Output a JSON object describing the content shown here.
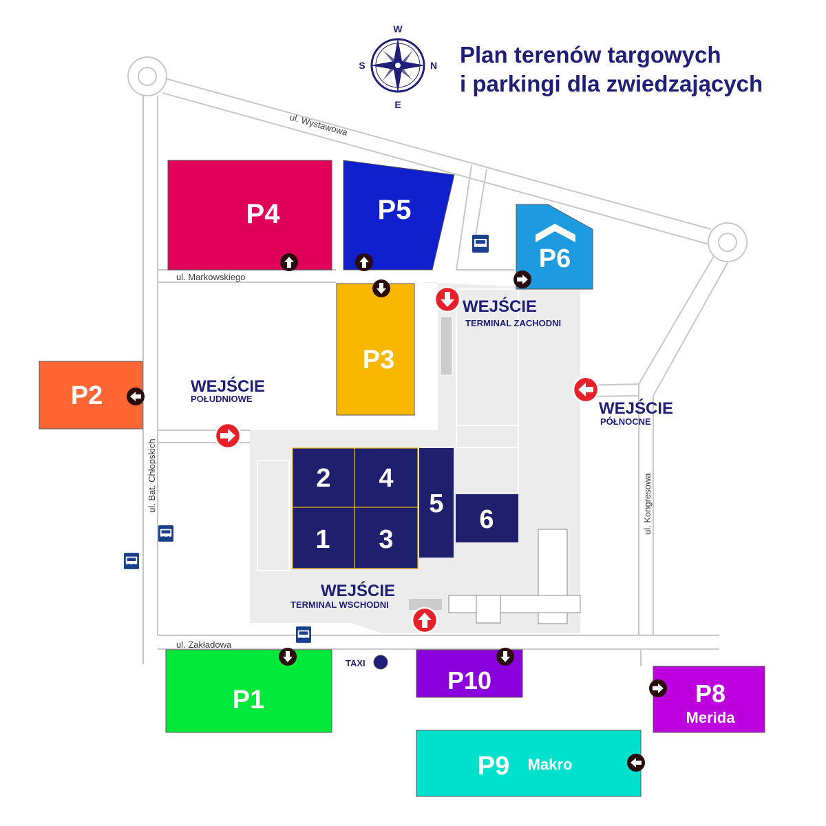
{
  "title": {
    "line1": "Plan terenów targowych",
    "line2": "i parkingi dla zwiedzających"
  },
  "compass": {
    "icon": "compass-rose-icon",
    "north": "W",
    "south": "E",
    "west": "S",
    "east": "N"
  },
  "streets": {
    "wystawowa": "ul. Wystawowa",
    "markowskiego": "ul. Markowskiego",
    "chlopskich": "ul. Bat. Chłopskich",
    "zakladowa": "ul. Zakładowa",
    "kongresowa": "ul. Kongresowa"
  },
  "parking": {
    "p1": {
      "label": "P1",
      "color": "#00e83a"
    },
    "p2": {
      "label": "P2",
      "color": "#ff6633"
    },
    "p3": {
      "label": "P3",
      "color": "#f9b700"
    },
    "p4": {
      "label": "P4",
      "color": "#e0005a"
    },
    "p5": {
      "label": "P5",
      "color": "#1020cc"
    },
    "p6": {
      "label": "P6",
      "color": "#1e9be0"
    },
    "p8": {
      "label": "P8",
      "sublabel": "Merida",
      "color": "#bb00dd"
    },
    "p9": {
      "label": "P9",
      "sublabel": "Makro",
      "color": "#00e0cc"
    },
    "p10": {
      "label": "P10",
      "color": "#8a00dd"
    }
  },
  "halls": {
    "h1": "1",
    "h2": "2",
    "h3": "3",
    "h4": "4",
    "h5": "5",
    "h6": "6",
    "color": "#1f1f6e"
  },
  "entrances": {
    "south": {
      "title": "WEJŚCIE",
      "sub": "POŁUDNIOWE"
    },
    "west_terminal": {
      "title": "WEJŚCIE",
      "sub": "TERMINAL ZACHODNI"
    },
    "north": {
      "title": "WEJŚCIE",
      "sub": "PÓŁNOCNE"
    },
    "east_terminal": {
      "title": "WEJŚCIE",
      "sub": "TERMINAL WSCHODNI"
    }
  },
  "taxi": {
    "label": "TAXI"
  },
  "icons": {
    "bus_stop": "bus-stop-icon",
    "entrance_arrow": "entrance-arrow-icon",
    "parking_arrow": "parking-entry-arrow-icon",
    "roof": "roof-icon"
  },
  "colors": {
    "navy": "#1f1f78",
    "entrance_red": "#e8202a",
    "arrow_dark": "#2a0c0c",
    "grounds_grey": "#ececec"
  }
}
